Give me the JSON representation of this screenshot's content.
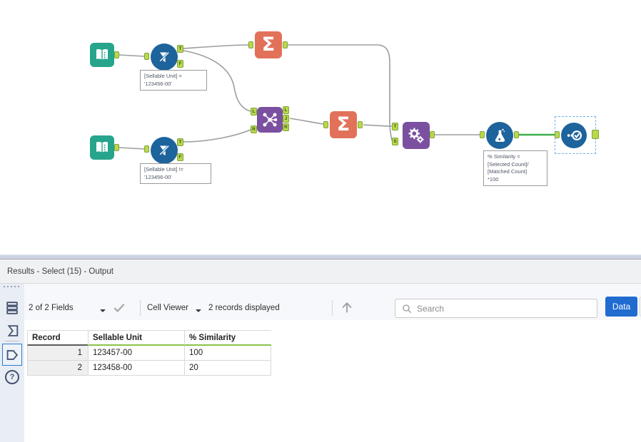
{
  "colors": {
    "tool_teal": "#27a48c",
    "tool_blue": "#1d639c",
    "tool_orange": "#e2715a",
    "tool_purple": "#7b50a0",
    "anchor_green": "#b9d84c",
    "wire_gray": "#9d9d9d",
    "selected_wire_green": "#3fae49",
    "selection_dash_blue": "#74b2e8",
    "data_button_blue": "#1f6bd0",
    "header_underline_green": "#8bc34a"
  },
  "icons": {
    "summarize_glyph": "Σ",
    "help_glyph": "?"
  },
  "canvas": {
    "anchor_labels": {
      "t": "T",
      "f": "F",
      "l": "L",
      "r": "R",
      "j": "J",
      "s": "S"
    },
    "annotations": [
      {
        "text": "[Sellable Unit] =\n'123456-00'"
      },
      {
        "text": "[Sellable Unit] !=\n'123456-00'"
      },
      {
        "text": "% Similarity =\n[Selected Count]/\n[Matched Count]\n*100"
      }
    ]
  },
  "results": {
    "title": "Results - Select (15) - Output",
    "toolbar": {
      "fields_label": "2 of 2 Fields",
      "cell_viewer_label": "Cell Viewer",
      "records_label": "2 records displayed",
      "search_placeholder": "Search",
      "data_button_label": "Data"
    },
    "table": {
      "headers": [
        "Record",
        "Sellable Unit",
        "% Similarity"
      ],
      "rows": [
        [
          "1",
          "123457-00",
          "100"
        ],
        [
          "2",
          "123458-00",
          "20"
        ]
      ]
    }
  }
}
